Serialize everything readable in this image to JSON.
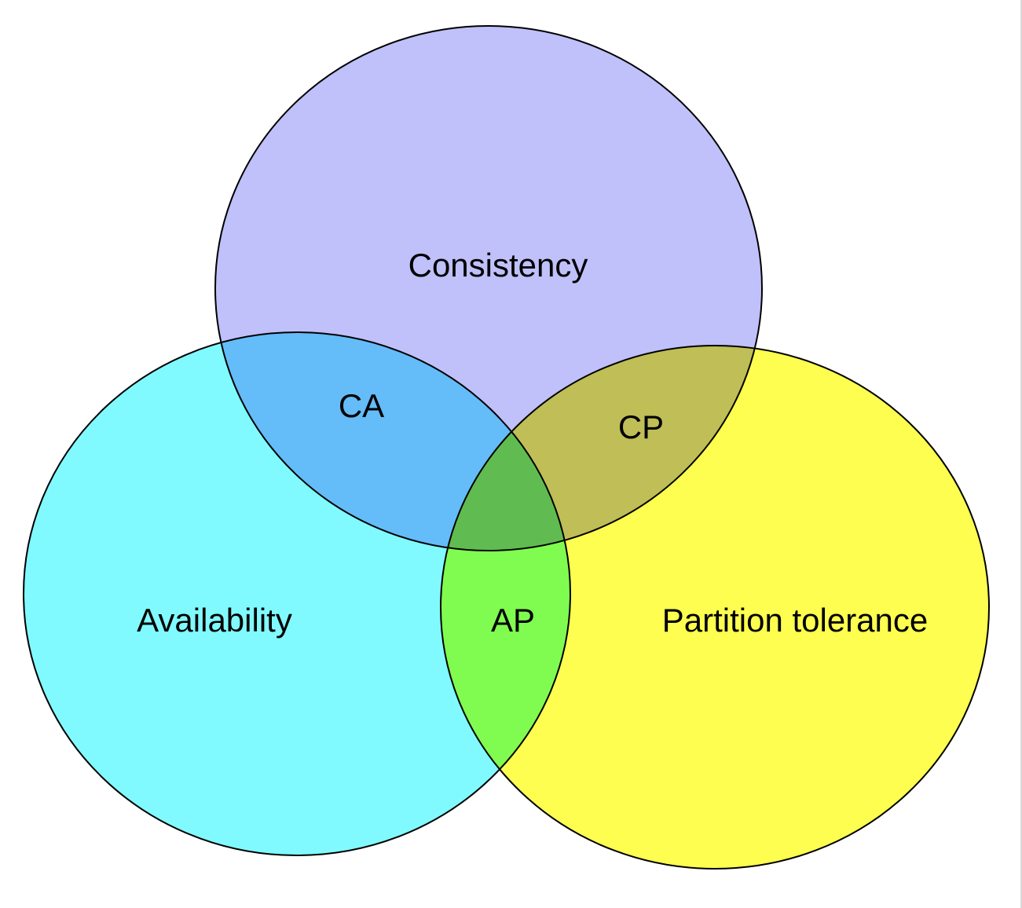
{
  "diagram": {
    "sets": [
      {
        "key": "consistency",
        "label": "Consistency",
        "fill": "#c0c0fa"
      },
      {
        "key": "availability",
        "label": "Availability",
        "fill": "#80fafe"
      },
      {
        "key": "partition",
        "label": "Partition tolerance",
        "fill": "#fefe50"
      }
    ],
    "intersections": [
      {
        "key": "ca",
        "label": "CA",
        "fill": "#64bcf8"
      },
      {
        "key": "cp",
        "label": "CP",
        "fill": "#bfbe57"
      },
      {
        "key": "ap",
        "label": "AP",
        "fill": "#80fc50"
      },
      {
        "key": "cap",
        "label": "",
        "fill": "#60bc50"
      }
    ],
    "stroke": "#000000"
  }
}
